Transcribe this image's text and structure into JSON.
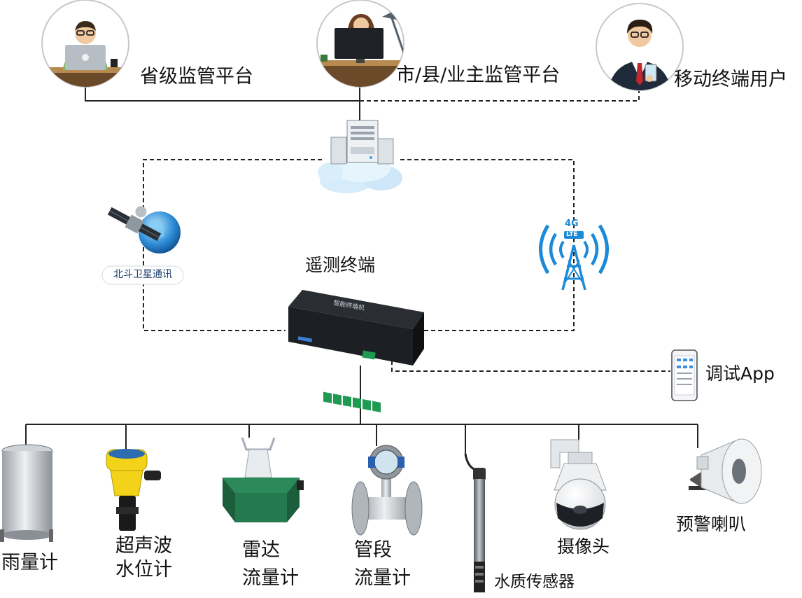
{
  "platforms": {
    "provincial": "省级监管平台",
    "city": "市/县/业主监管平台",
    "mobile": "移动终端用户"
  },
  "comm": {
    "beidou": "北斗卫星通讯",
    "cell_top": "4G",
    "cell_bottom": "LTE"
  },
  "terminal": {
    "title": "遥测终端",
    "device_label": "智能终端机"
  },
  "app": {
    "label": "调试App"
  },
  "sensors": {
    "rain_gauge": "雨量计",
    "ultrasonic_1": "超声波",
    "ultrasonic_2": "水位计",
    "radar_1": "雷达",
    "radar_2": "流量计",
    "pipe_1": "管段",
    "pipe_2": "流量计",
    "water_quality": "水质传感器",
    "camera": "摄像头",
    "horn": "预警喇叭"
  },
  "colors": {
    "line": "#222222",
    "accent_blue": "#1c8ad8",
    "device_green": "#1f7a4d",
    "yellow": "#e6c200"
  }
}
